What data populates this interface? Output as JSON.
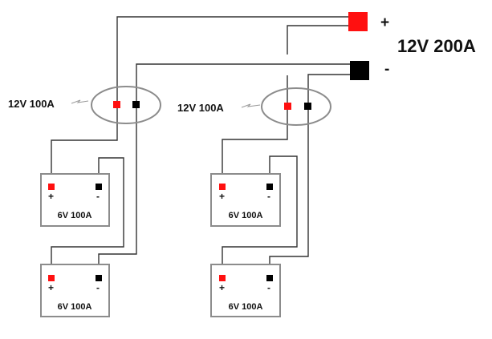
{
  "main_terminals": {
    "positive_symbol": "+",
    "negative_symbol": "-",
    "system_rating": "12V 200A",
    "positive_color": "#ff1010",
    "negative_color": "#000000"
  },
  "series_groups": [
    {
      "rating_label": "12V 100A"
    },
    {
      "rating_label": "12V 100A"
    }
  ],
  "batteries": [
    {
      "label": "6V 100A",
      "pos_symbol": "+",
      "neg_symbol": "-"
    },
    {
      "label": "6V 100A",
      "pos_symbol": "+",
      "neg_symbol": "-"
    },
    {
      "label": "6V 100A",
      "pos_symbol": "+",
      "neg_symbol": "-"
    },
    {
      "label": "6V 100A",
      "pos_symbol": "+",
      "neg_symbol": "-"
    }
  ],
  "colors": {
    "wire": "#333333",
    "battery_border": "#8c8c8c",
    "group_ellipse": "#8c8c8c",
    "terminal_positive": "#ff1010",
    "terminal_negative": "#000000"
  }
}
